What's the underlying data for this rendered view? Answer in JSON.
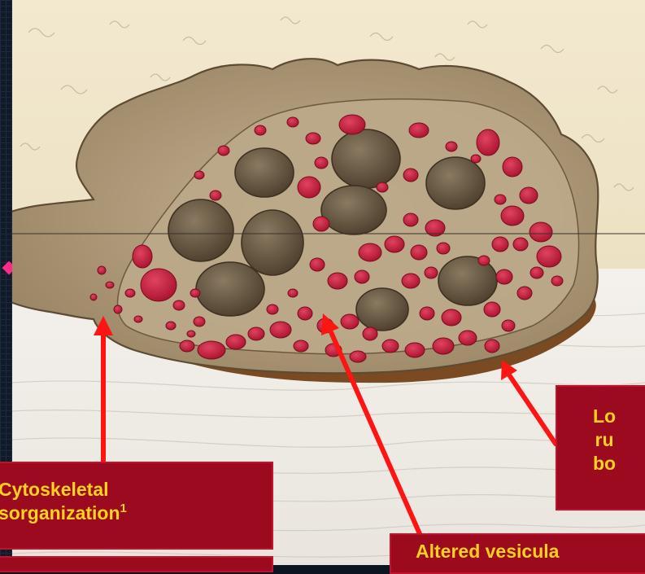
{
  "colors": {
    "label_background": "#9b0a1e",
    "label_text": "#ffd21f",
    "arrow": "#ff1414",
    "vesicle_red": "#c41a3a",
    "nucleus_brown": "#5a4a38",
    "background_left_strip": "#101a28",
    "marker_pink": "#ff2a8a"
  },
  "icons": [
    "osteoclast-cell-illustration",
    "pointer-arrow",
    "diamond-marker"
  ],
  "labels": {
    "cytoskeletal_line1": "Cytoskeletal",
    "cytoskeletal_line2": "sorganization",
    "cytoskeletal_superscript": "1",
    "ruffled_line1": "Lo",
    "ruffled_line2": "ru",
    "ruffled_line3": "bo",
    "vesicular": "Altered vesicula"
  }
}
